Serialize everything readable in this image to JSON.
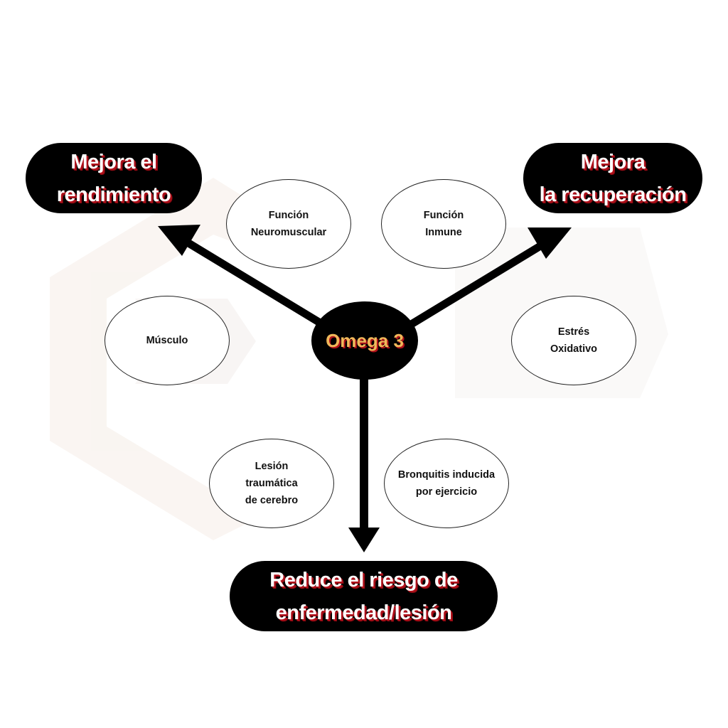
{
  "center": {
    "label": "Omega 3"
  },
  "outcomes": {
    "performance": "Mejora el\nrendimiento",
    "recovery": "Mejora\nla recuperación",
    "risk": "Reduce el riesgo de\nenfermedad/lesión"
  },
  "factors": {
    "neuromuscular": "Función\nNeuromuscular",
    "immune": "Función\nInmune",
    "muscle": "Músculo",
    "oxidative": "Estrés\nOxidativo",
    "brain_injury": "Lesión\ntraumática\nde cerebro",
    "bronchitis": "Bronquitis inducida\npor ejercicio"
  },
  "colors": {
    "node_fill": "#000000",
    "outcome_text": "#ffffff",
    "center_text": "#f0b85a",
    "text_shadow": "#b0101a",
    "watermark": "#f3ece8"
  }
}
